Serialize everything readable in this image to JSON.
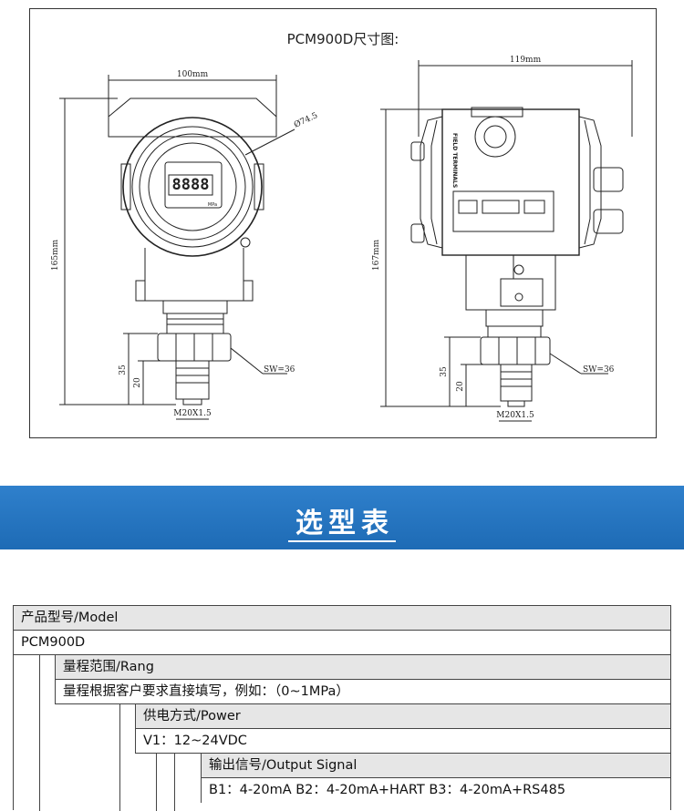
{
  "drawing": {
    "title": "PCM900D尺寸图:",
    "front_width": "100mm",
    "front_height": "165mm",
    "side_width": "119mm",
    "side_height": "167mm",
    "diameter": "Ø74.5",
    "thread_len": "35",
    "thread_len2": "20",
    "wrench": "SW=36",
    "thread": "M20X1.5",
    "display_digits": "8888",
    "display_unit": "MPa",
    "terminal_label": "FIELD TERMINALS"
  },
  "banner": {
    "title": "选型表"
  },
  "table": {
    "model_header": "产品型号/Model",
    "model_value": "PCM900D",
    "range_header": "量程范围/Rang",
    "range_value": "量程根据客户要求直接填写，例如：（0~1MPa）",
    "power_header": "供电方式/Power",
    "power_value": "V1：12~24VDC",
    "output_header": "输出信号/Output Signal",
    "output_value": "B1：4-20mA  B2：4-20mA+HART  B3：4-20mA+RS485"
  },
  "colors": {
    "banner": "#2476c2",
    "header_row": "#e6e6e6"
  }
}
